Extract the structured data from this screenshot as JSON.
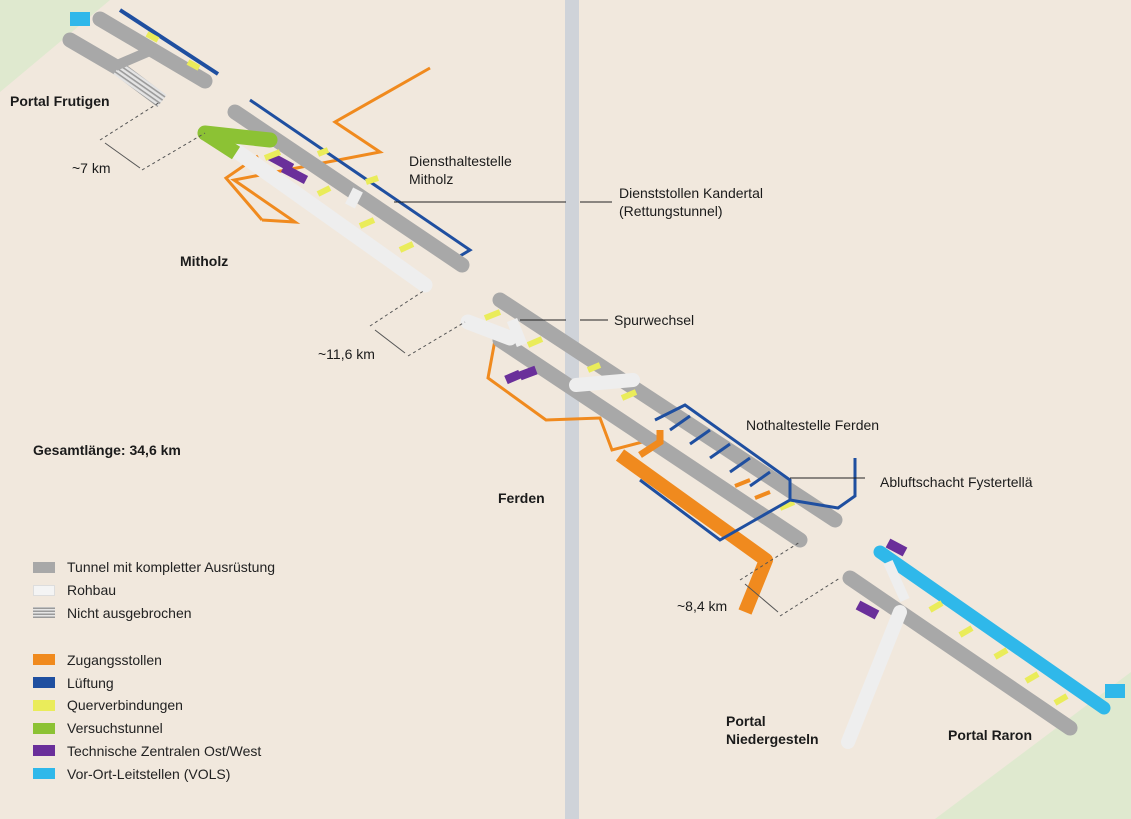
{
  "labels": {
    "portal_frutigen": "Portal Frutigen",
    "mitholz": "Mitholz",
    "dienst_mitholz_1": "Diensthaltestelle",
    "dienst_mitholz_2": "Mitholz",
    "kandertal_1": "Dienststollen Kandertal",
    "kandertal_2": "(Rettungstunnel)",
    "spurwechsel": "Spurwechsel",
    "nothalt_ferden": "Nothaltestelle Ferden",
    "abluftschacht": "Abluftschacht Fystertellä",
    "ferden": "Ferden",
    "gesamtlaenge": "Gesamtlänge: 34,6 km",
    "portal_niedergesteln_1": "Portal",
    "portal_niedergesteln_2": "Niedergesteln",
    "portal_raron": "Portal Raron"
  },
  "distances": {
    "d1": "~7 km",
    "d2": "~11,6 km",
    "d3": "~8,4 km"
  },
  "legend": {
    "items": [
      {
        "label": "Tunnel mit kompletter Ausrüstung",
        "color": "#a8a8a8"
      },
      {
        "label": "Rohbau",
        "color": "#f2f2f2"
      },
      {
        "label": "Nicht ausgebrochen",
        "color": "hatched"
      },
      {
        "label": "Zugangsstollen",
        "color": "#f08a1e"
      },
      {
        "label": "Lüftung",
        "color": "#1f4fa0"
      },
      {
        "label": "Querverbindungen",
        "color": "#eaec5a"
      },
      {
        "label": "Versuchstunnel",
        "color": "#8cc234"
      },
      {
        "label": "Technische Zentralen Ost/West",
        "color": "#6a2f9a"
      },
      {
        "label": "Vor-Ort-Leitstellen (VOLS)",
        "color": "#2fb8ea"
      }
    ]
  }
}
